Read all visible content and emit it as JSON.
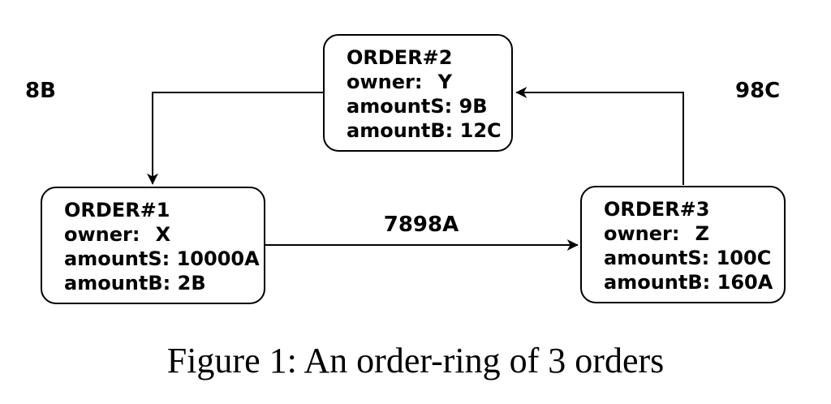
{
  "page": {
    "background": "#ffffff"
  },
  "diagram": {
    "type": "directed-ring-diagram",
    "colors": {
      "stroke": "#000000",
      "text": "#000000",
      "node_fill": "#ffffff"
    },
    "orders": [
      {
        "title": "ORDER#1",
        "fields": [
          {
            "label": "owner:",
            "value": "X"
          },
          {
            "label": "amountS:",
            "value": "10000A"
          },
          {
            "label": "amountB:",
            "value": "2B"
          }
        ]
      },
      {
        "title": "ORDER#2",
        "fields": [
          {
            "label": "owner:",
            "value": "Y"
          },
          {
            "label": "amountS:",
            "value": "9B"
          },
          {
            "label": "amountB:",
            "value": "12C"
          }
        ]
      },
      {
        "title": "ORDER#3",
        "fields": [
          {
            "label": "owner:",
            "value": "Z"
          },
          {
            "label": "amountS:",
            "value": "100C"
          },
          {
            "label": "amountB:",
            "value": "160A"
          }
        ]
      }
    ],
    "edges": [
      {
        "from": "ORDER#2",
        "to": "ORDER#1",
        "label": "8B"
      },
      {
        "from": "ORDER#1",
        "to": "ORDER#3",
        "label": "7898A"
      },
      {
        "from": "ORDER#3",
        "to": "ORDER#2",
        "label": "98C"
      }
    ]
  },
  "caption": "Figure 1: An order-ring of 3 orders"
}
